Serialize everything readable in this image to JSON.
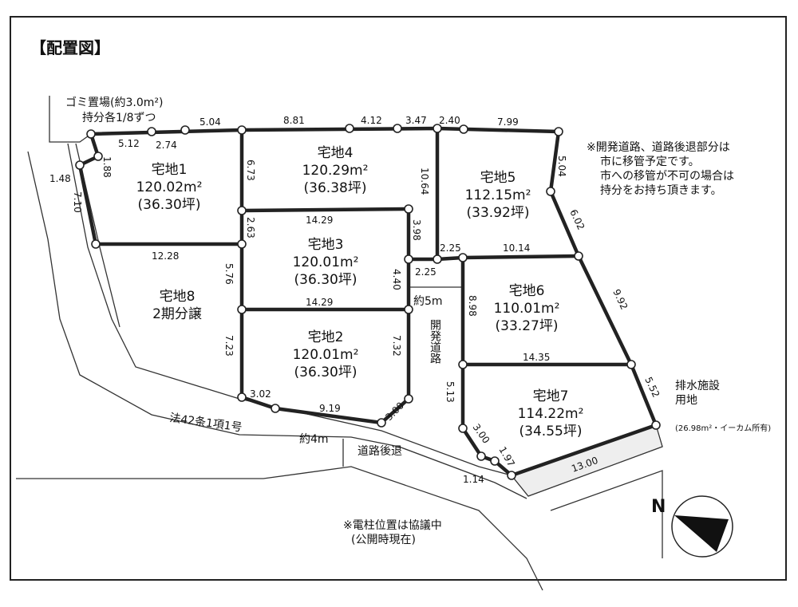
{
  "title": "【配置図】",
  "garbage": {
    "line1": "ゴミ置場(約3.0m²)",
    "line2": "持分各1/8ずつ"
  },
  "lots": [
    {
      "name": "宅地1",
      "area": "120.02m²",
      "tsubo": "(36.30坪)"
    },
    {
      "name": "宅地2",
      "area": "120.01m²",
      "tsubo": "(36.30坪)"
    },
    {
      "name": "宅地3",
      "area": "120.01m²",
      "tsubo": "(36.30坪)"
    },
    {
      "name": "宅地4",
      "area": "120.29m²",
      "tsubo": "(36.38坪)"
    },
    {
      "name": "宅地5",
      "area": "112.15m²",
      "tsubo": "(33.92坪)"
    },
    {
      "name": "宅地6",
      "area": "110.01m²",
      "tsubo": "(33.27坪)"
    },
    {
      "name": "宅地7",
      "area": "114.22m²",
      "tsubo": "(34.55坪)"
    },
    {
      "name": "宅地8",
      "area": "2期分譲"
    }
  ],
  "dims": [
    "5.04",
    "8.81",
    "4.12",
    "3.47",
    "2.40",
    "7.99",
    "5.12",
    "2.74",
    "1.88",
    "1.48",
    "7.10",
    "6.73",
    "14.29",
    "2.63",
    "12.28",
    "5.76",
    "14.29",
    "7.23",
    "3.02",
    "9.19",
    "3.00",
    "7.32",
    "4.40",
    "2.25",
    "3.98",
    "10.64",
    "2.25",
    "10.14",
    "5.04",
    "6.02",
    "9.92",
    "14.35",
    "8.98",
    "5.13",
    "5.52",
    "3.00",
    "1.97",
    "1.14",
    "13.00"
  ],
  "road": {
    "width": "約5m",
    "name": "開発道路",
    "front_width": "約4m",
    "setback": "道路後退",
    "law": "法42条1項1号"
  },
  "drainage": {
    "line1": "排水施設",
    "line2": "用地",
    "line3": "(26.98m²・イーカム所有)"
  },
  "notes": {
    "transfer": [
      "※開発道路、道路後退部分は",
      "市に移管予定です。",
      "市への移管が不可の場合は",
      "持分をお持ち頂きます。"
    ],
    "pole": [
      "※電柱位置は協議中",
      "(公開時現在)"
    ]
  },
  "compass": {
    "label": "N"
  }
}
